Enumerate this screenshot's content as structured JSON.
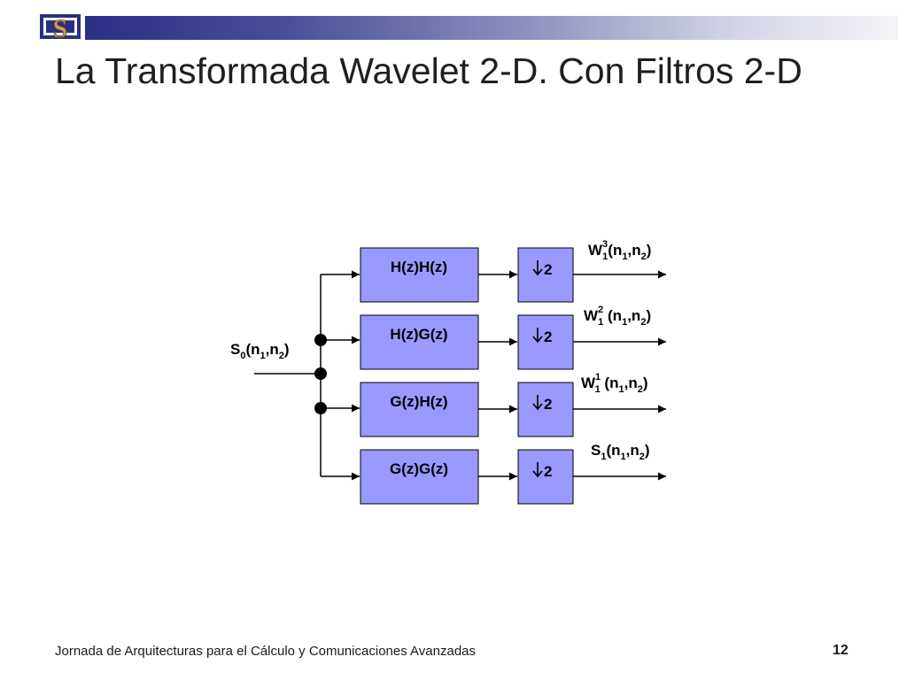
{
  "slide": {
    "title": "La Transformada Wavelet 2-D. Con Filtros 2-D",
    "footer": "Jornada de Arquitecturas para el Cálculo y Comunicaciones Avanzadas",
    "page_number": "12"
  },
  "logo": {
    "letter": "S",
    "icon": "sinergia-logo-icon"
  },
  "diagram": {
    "input": {
      "base": "S",
      "sub": "0",
      "rest_open": "(n",
      "n1_sub": "1",
      "comma": ",n",
      "n2_sub": "2",
      "close": ")"
    },
    "filters": [
      "H(z)H(z)",
      "H(z)G(z)",
      "G(z)H(z)",
      "G(z)G(z)"
    ],
    "downsample": "2",
    "outputs": [
      {
        "base": "W",
        "sup": "3",
        "sub": "1",
        "tail_open": "(n",
        "n1": "1",
        "mid": ",n",
        "n2": "2",
        "close": ")"
      },
      {
        "base": "W",
        "sup": "2",
        "sub": "1",
        "tail_open": " (n",
        "n1": "1",
        "mid": ",n",
        "n2": "2",
        "close": ")"
      },
      {
        "base": "W",
        "sup": "1",
        "sub": "1",
        "tail_open": " (n",
        "n1": "1",
        "mid": ",n",
        "n2": "2",
        "close": ")"
      },
      {
        "base": "S",
        "sup": "",
        "sub": "1",
        "tail_open": "(n",
        "n1": "1",
        "mid": ",n",
        "n2": "2",
        "close": ")"
      }
    ]
  },
  "colors": {
    "filter_block": "#9999ff",
    "title_band": "#2a2f86"
  }
}
